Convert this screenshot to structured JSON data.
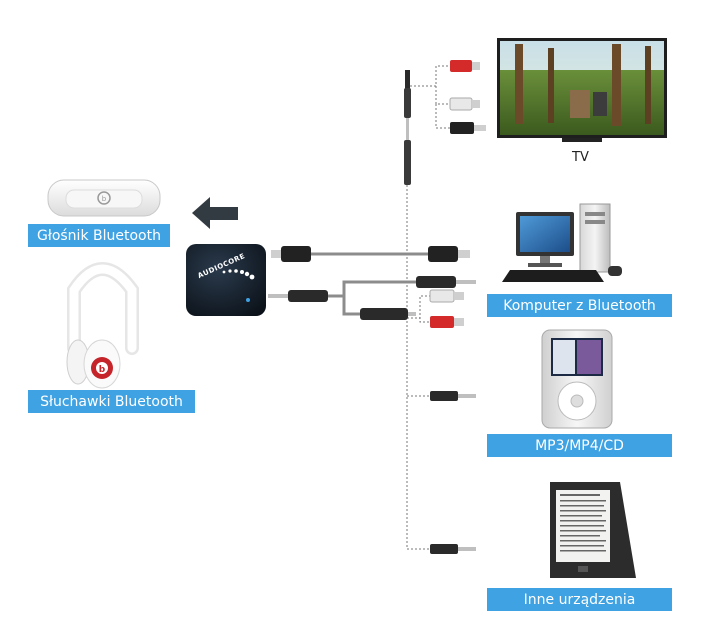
{
  "devices": {
    "speaker_label": "Głośnik Bluetooth",
    "headphones_label": "Słuchawki Bluetooth",
    "tv_label": "TV",
    "computer_label": "Komputer z Bluetooth",
    "mp3_label": "MP3/MP4/CD",
    "other_label": "Inne urządzenia"
  },
  "transmitter": {
    "logo": "AUDIOCORE"
  },
  "colors": {
    "label_bg": "#3fa2e2",
    "arrow": "#333b42",
    "cable": "#8c8c8c",
    "rca_red": "#d42a2a",
    "rca_white": "#e8e8e8",
    "dotted_line": "#777777"
  },
  "icons": [
    "arrow-left-icon",
    "tv-icon",
    "computer-icon",
    "mp3-player-icon",
    "ebook-reader-icon",
    "speaker-icon",
    "headphones-icon"
  ]
}
